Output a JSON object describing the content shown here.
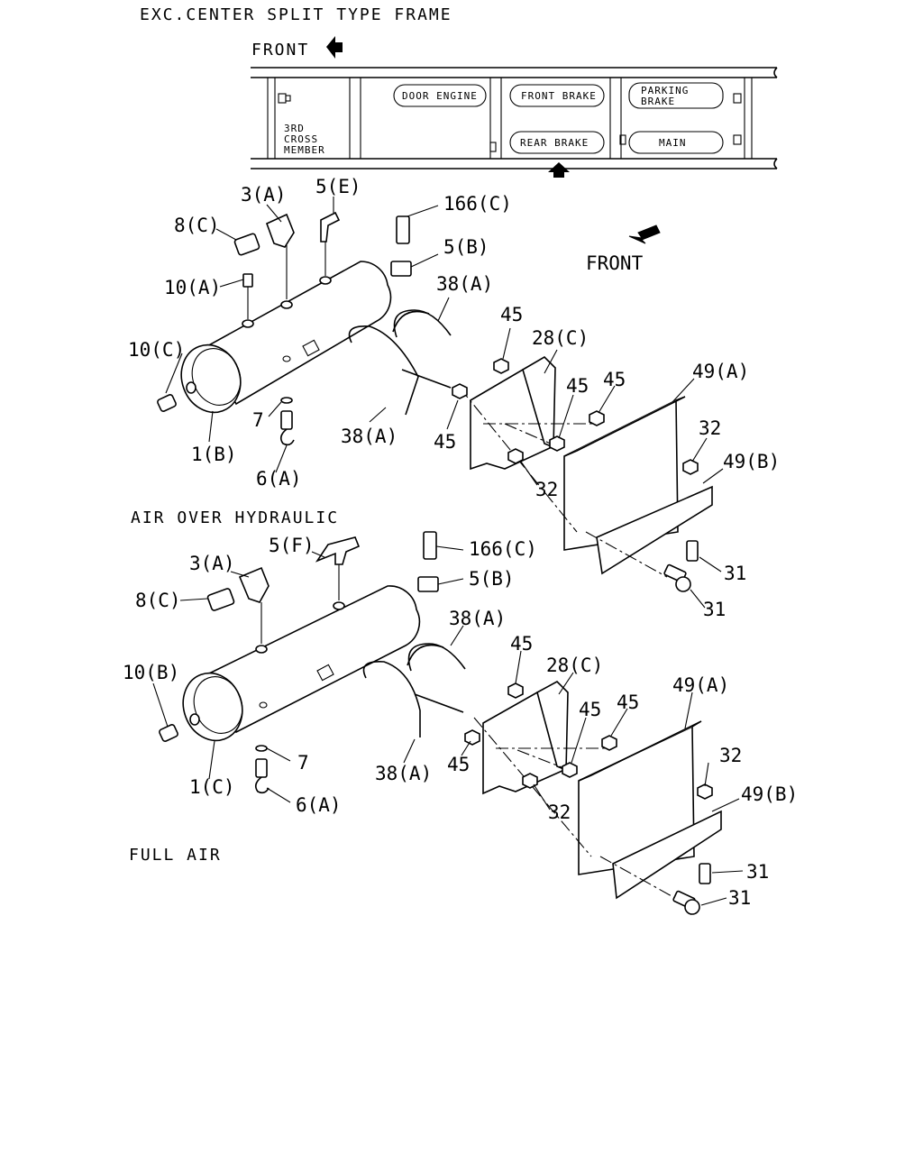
{
  "headers": {
    "top": "EXC.CENTER SPLIT TYPE FRAME",
    "air_over_hydraulic": "AIR OVER HYDRAULIC",
    "full_air": "FULL AIR"
  },
  "frame": {
    "front": "FRONT",
    "third_cross_member": [
      "3RD",
      "CROSS",
      "MEMBER"
    ],
    "tanks": {
      "door_engine": "DOOR ENGINE",
      "front_brake": "FRONT BRAKE",
      "rear_brake": "REAR BRAKE",
      "parking_brake": [
        "PARKING",
        "BRAKE"
      ],
      "main": "MAIN"
    }
  },
  "front_label": "FRONT",
  "upper_labels": {
    "p3a": "3(A)",
    "p5e": "5(E)",
    "p166c": "166(C)",
    "p8c": "8(C)",
    "p5b": "5(B)",
    "p10a": "10(A)",
    "p38a_top": "38(A)",
    "p45_a": "45",
    "p28c": "28(C)",
    "p10c": "10(C)",
    "p45_b": "45",
    "p45_c": "45",
    "p49a": "49(A)",
    "p7": "7",
    "p38a_bot": "38(A)",
    "p45_d": "45",
    "p1b": "1(B)",
    "p32_a": "32",
    "p49b": "49(B)",
    "p32_b": "32",
    "p6a": "6(A)",
    "p31_a": "31",
    "p31_b": "31"
  },
  "lower_labels": {
    "p3a": "3(A)",
    "p5f": "5(F)",
    "p166c": "166(C)",
    "p8c": "8(C)",
    "p5b": "5(B)",
    "p38a_top": "38(A)",
    "p10b": "10(B)",
    "p45_a": "45",
    "p28c": "28(C)",
    "p45_b": "45",
    "p45_c": "45",
    "p49a": "49(A)",
    "p7": "7",
    "p38a_bot": "38(A)",
    "p45_d": "45",
    "p1c": "1(C)",
    "p32_a": "32",
    "p49b": "49(B)",
    "p32_b": "32",
    "p6a": "6(A)",
    "p31_a": "31",
    "p31_b": "31"
  }
}
